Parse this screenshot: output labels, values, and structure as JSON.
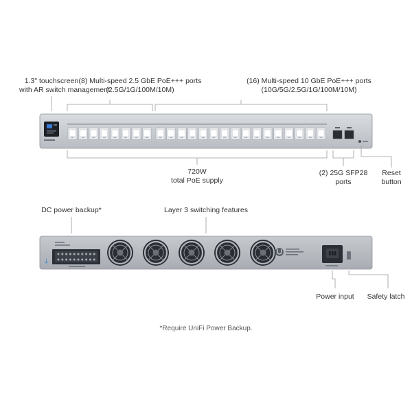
{
  "callouts": {
    "touchscreen": {
      "line1": "1.3\" touchscreen",
      "line2": "with AR switch management"
    },
    "ports_2_5g": {
      "line1": "(8) Multi-speed 2.5 GbE PoE+++ ports",
      "line2": "(2.5G/1G/100M/10M)"
    },
    "ports_10g": {
      "line1": "(16) Multi-speed 10 GbE PoE+++ ports",
      "line2": "(10G/5G/2.5G/1G/100M/10M)"
    },
    "poe_supply": {
      "line1": "720W",
      "line2": "total PoE supply"
    },
    "sfp28": {
      "line1": "(2) 25G SFP28",
      "line2": "ports"
    },
    "reset": {
      "line1": "Reset",
      "line2": "button"
    },
    "dc_backup": {
      "line1": "DC power backup*"
    },
    "layer3": {
      "line1": "Layer 3 switching features"
    },
    "power_input": {
      "line1": "Power input"
    },
    "safety_latch": {
      "line1": "Safety latch"
    }
  },
  "footnote": "*Require UniFi Power Backup.",
  "colors": {
    "chassis": "#c9ccd1",
    "chassis_dark": "#9aa0a7",
    "line": "#9a9a9a",
    "screen": "#1c1f24",
    "accent": "#3b7dd8"
  },
  "icons": {
    "fan": "fan-icon",
    "logo": "ubiquiti-logo-icon",
    "power": "power-socket-icon"
  }
}
